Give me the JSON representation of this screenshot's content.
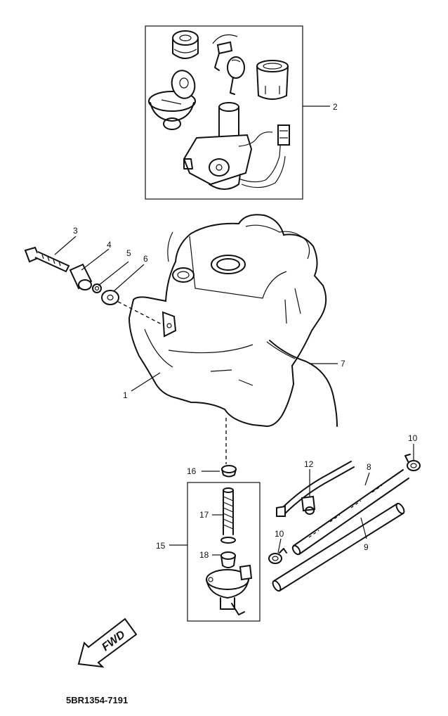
{
  "diagram": {
    "part_code": "5BR1354-7191",
    "forward_arrow_label": "FWD",
    "callouts": {
      "c1": "1",
      "c2": "2",
      "c3": "3",
      "c4": "4",
      "c5": "5",
      "c6": "6",
      "c7": "7",
      "c8": "8",
      "c9": "9",
      "c10a": "10",
      "c10b": "10",
      "c12": "12",
      "c15": "15",
      "c16": "16",
      "c17": "17",
      "c18": "18"
    }
  }
}
